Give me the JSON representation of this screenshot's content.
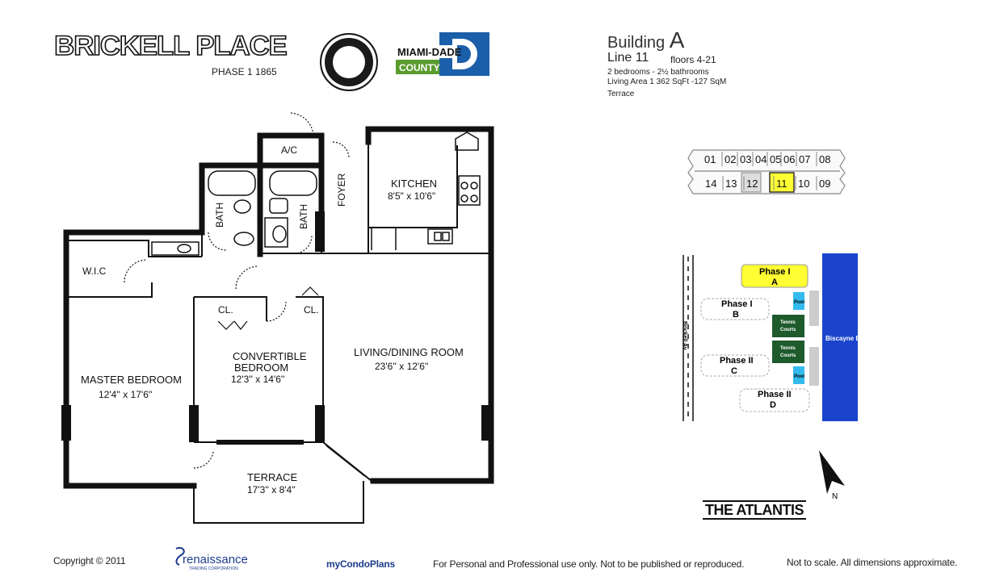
{
  "header": {
    "brand": "BRICKELL PLACE",
    "phase": "PHASE 1   1865",
    "city_seal_icon": "city-of-miami-seal-icon",
    "county_logo_top": "MIAMI-DADE",
    "county_logo_bottom": "COUNTY"
  },
  "unit": {
    "building_label": "Building",
    "building_letter": "A",
    "line_label": "Line 11",
    "floors": "floors 4-21",
    "beds_baths": "2 bedrooms - 2½ bathrooms",
    "area": "Living Area    1 362 SqFt -127 SqM",
    "terrace": "Terrace"
  },
  "rooms": {
    "ac": "A/C",
    "foyer": "FOYER",
    "kitchen": "KITCHEN",
    "kitchen_dim": "8'5\" x 10'6\"",
    "bath1": "BATH",
    "bath2": "BATH",
    "wic": "W.I.C",
    "cl1": "CL.",
    "cl2": "CL.",
    "convertible": "CONVERTIBLE",
    "bedroom": "BEDROOM",
    "conv_dim": "12'3'' x 14'6''",
    "master": "MASTER BEDROOM",
    "master_dim": "12'4'' x 17'6''",
    "living": "LIVING/DINING ROOM",
    "living_dim": "23'6'' x 12'6''",
    "terrace": "TERRACE",
    "terrace_dim": "17'3'' x 8'4''"
  },
  "keyplan": {
    "top_row": [
      "01",
      "02",
      "03",
      "04",
      "05",
      "06",
      "07",
      "08"
    ],
    "bottom_row": [
      "14",
      "13",
      "12",
      "11",
      "10",
      "09"
    ],
    "highlight": "11",
    "highlight_color": "#ffff33"
  },
  "siteplan": {
    "street": "Brickell Av",
    "bay": "Biscayne Bay",
    "phase1a_l1": "Phase I",
    "phase1a_l2": "A",
    "phase1b_l1": "Phase I",
    "phase1b_l2": "B",
    "phase2c_l1": "Phase II",
    "phase2c_l2": "C",
    "phase2d_l1": "Phase II",
    "phase2d_l2": "D",
    "pool": "Pool",
    "tennis_l1": "Tennis",
    "tennis_l2": "Courts",
    "north": "N",
    "bay_color": "#1a44cc",
    "court_color": "#1d5a2c",
    "pool_color": "#33bbee",
    "phase1a_color": "#ffff33",
    "logo": "THE ATLANTIS"
  },
  "footer": {
    "copyright": "Copyright © 2011",
    "renaissance": "renaissance",
    "renaissance_sub": "TRADING CORPORATION",
    "mycondo": "myCondoPlans",
    "personal": "For Personal and Professional use only.  Not to be published or reproduced.",
    "scale": "Not to scale.  All dimensions approximate."
  }
}
